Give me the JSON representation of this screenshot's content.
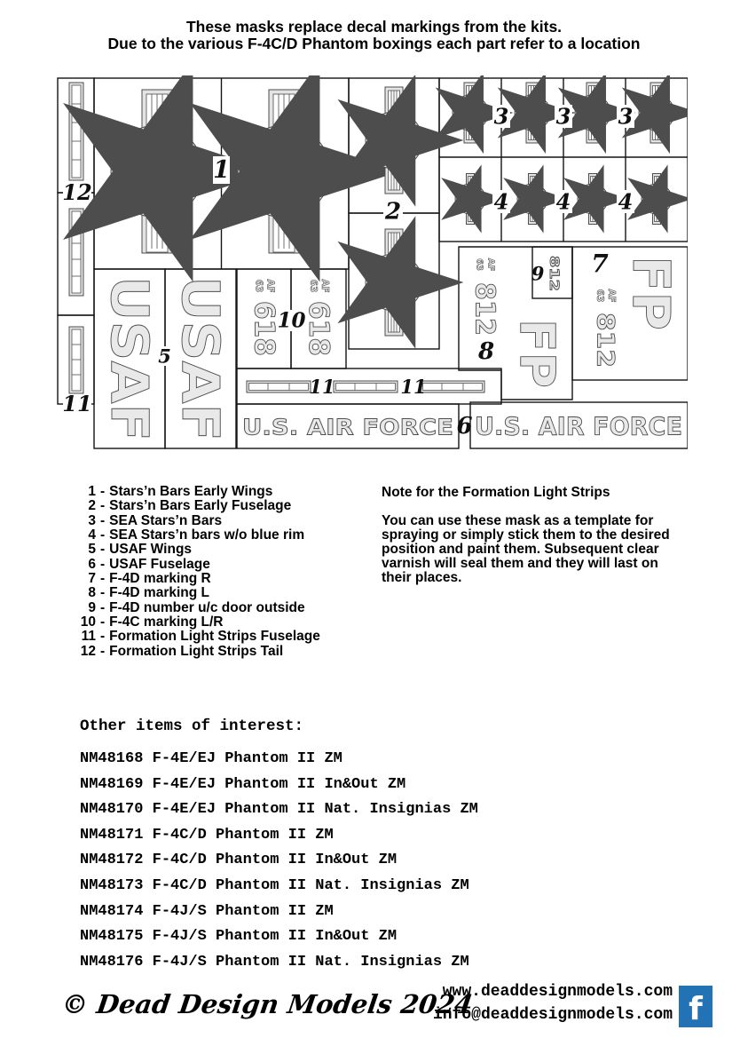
{
  "header": {
    "line1": "These masks replace decal markings from the kits.",
    "line2": "Due to the various F-4C/D Phantom boxings each part refer to a location"
  },
  "diagram": {
    "parts": {
      "p1": "1",
      "p2": "2",
      "p3": "3",
      "p4": "4",
      "p5": "5",
      "p6": "6",
      "p7": "7",
      "p8": "8",
      "p9": "9",
      "p10": "10",
      "p11": "11",
      "p12": "12"
    },
    "stencils": {
      "usaf": "USAF",
      "air_force": "U.S. AIR FORCE",
      "af": "AF",
      "n63": "63",
      "n618": "618",
      "n812": "812",
      "fp": "FP"
    }
  },
  "legend": {
    "items": [
      {
        "num": "1",
        "sep": "-",
        "text": "Stars’n Bars Early Wings"
      },
      {
        "num": "2",
        "sep": "-",
        "text": "Stars’n Bars Early Fuselage"
      },
      {
        "num": "3",
        "sep": "-",
        "text": "SEA Stars’n Bars"
      },
      {
        "num": "4",
        "sep": "-",
        "text": "SEA Stars’n bars w/o blue rim"
      },
      {
        "num": "5",
        "sep": "-",
        "text": "USAF Wings"
      },
      {
        "num": "6",
        "sep": "-",
        "text": "USAF Fuselage"
      },
      {
        "num": "7",
        "sep": "-",
        "text": "F-4D marking R"
      },
      {
        "num": "8",
        "sep": "-",
        "text": "F-4D marking L"
      },
      {
        "num": "9",
        "sep": "-",
        "text": "F-4D number u/c door outside"
      },
      {
        "num": "10",
        "sep": "-",
        "text": "F-4C marking L/R"
      },
      {
        "num": "11",
        "sep": "-",
        "text": "Formation Light Strips Fuselage"
      },
      {
        "num": "12",
        "sep": "-",
        "text": "Formation Light Strips Tail"
      }
    ]
  },
  "note": {
    "title": "Note for the Formation Light Strips",
    "body": "You can use these mask as a template for spraying or simply stick them to the desired position and paint them. Subsequent clear varnish will seal them and they will last on their places."
  },
  "other_items": {
    "title": "Other items of interest:",
    "items": [
      "NM48168 F-4E/EJ Phantom II ZM",
      "NM48169 F-4E/EJ Phantom II In&Out ZM",
      "NM48170 F-4E/EJ Phantom II Nat. Insignias ZM",
      "NM48171 F-4C/D Phantom II ZM",
      "NM48172 F-4C/D Phantom II In&Out ZM",
      "NM48173 F-4C/D Phantom II Nat. Insignias ZM",
      "NM48174 F-4J/S Phantom II ZM",
      "NM48175 F-4J/S Phantom II In&Out ZM",
      "NM48176 F-4J/S Phantom II Nat. Insignias ZM"
    ]
  },
  "footer": {
    "copyright": "© Dead Design Models 2024",
    "website": "www.deaddesignmodels.com",
    "email": "info@deaddesignmodels.com",
    "facebook_label": "f"
  },
  "colors": {
    "mask_fill": "#e4e4e4",
    "mask_stroke": "#4d4d4d",
    "box_line": "#141414",
    "facebook_blue": "#2272b5"
  }
}
